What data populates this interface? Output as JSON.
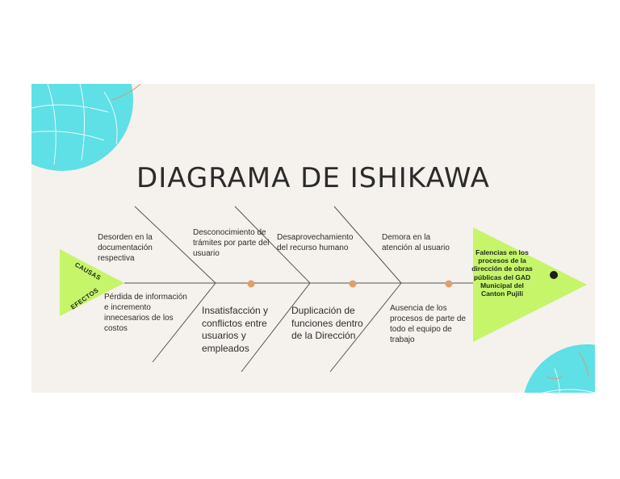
{
  "title": "DIAGRAMA DE ISHIKAWA",
  "tail": {
    "causes_label": "CAUSAS",
    "effects_label": "EFECTOS"
  },
  "head_text": "Falencias en los procesos de la dirección de obras públicas del GAD Municipal del Canton Pujilí",
  "causes": [
    "Desorden en la documentación respectiva",
    "Desconocimiento de trámites por parte del usuario",
    "Desaprovechamiento del recurso humano",
    "Demora en la atención al usuario"
  ],
  "effects": [
    "Pérdida de información e incremento innecesarios de los costos",
    "Insatisfacción y conflictos entre usuarios y empleados",
    "Duplicación de funciones dentro de la Dirección",
    "Ausencia de los procesos de parte de todo el equipo de trabajo"
  ],
  "colors": {
    "accent_green": "#c6f56a",
    "accent_cyan": "#5ee0e6",
    "node_orange": "#e0a068",
    "line": "#555555"
  }
}
